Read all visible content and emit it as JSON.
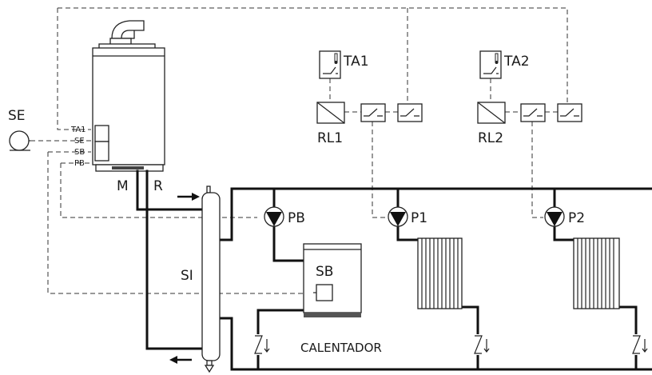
{
  "labels": {
    "se": "SE",
    "ta1": "TA1",
    "ta2": "TA2",
    "rl1": "RL1",
    "rl2": "RL2",
    "m": "M",
    "r": "R",
    "pb": "PB",
    "p1": "P1",
    "p2": "P2",
    "si": "SI",
    "sb": "SB",
    "calentador": "CALENTADOR"
  },
  "boiler_terminals": [
    "TA1",
    "SE",
    "SB",
    "PB"
  ]
}
